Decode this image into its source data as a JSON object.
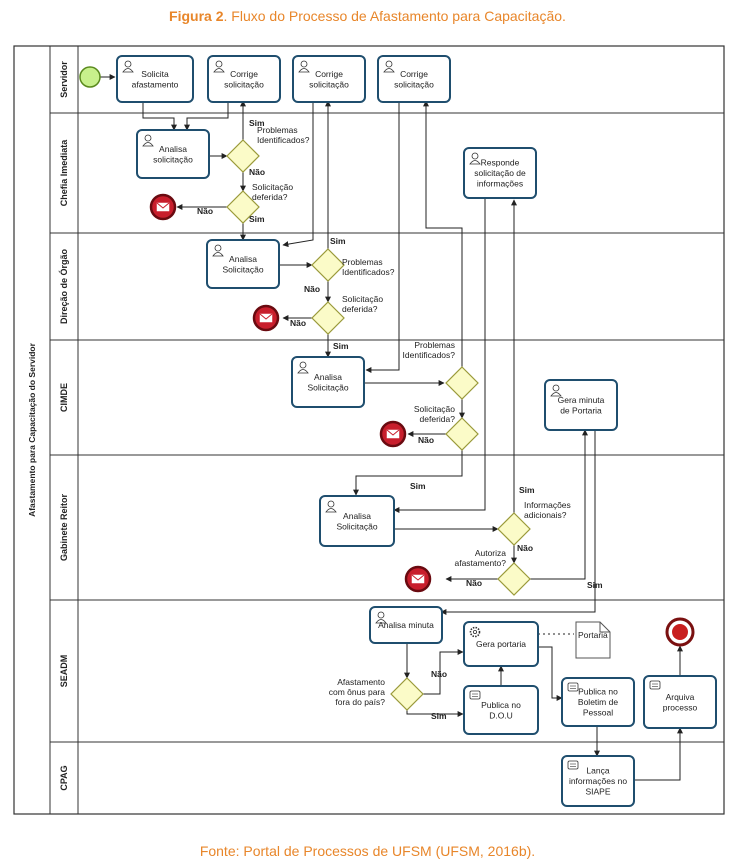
{
  "figure": {
    "number": "Figura 2",
    "title": ". Fluxo do Processo de Afastamento para Capacitação.",
    "source": "Fonte: Portal de Processos de UFSM (UFSM, 2016b)."
  },
  "pool": {
    "label": "Afastamento para Capacitação do Servidor"
  },
  "lanes": [
    "Servidor",
    "Chefia Imediata",
    "Direção de Órgão",
    "CIMDE",
    "Gabinete Reitor",
    "SEADM",
    "CPAG"
  ],
  "tasks": {
    "solicita": [
      "Solicita",
      "afastamento"
    ],
    "corrige1": [
      "Corrige",
      "solicitação"
    ],
    "corrige2": [
      "Corrige",
      "solicitação"
    ],
    "corrige3": [
      "Corrige",
      "solicitação"
    ],
    "analisa_chefia": [
      "Analisa",
      "solicitação"
    ],
    "responde": [
      "Responde",
      "solicitação de",
      "informações"
    ],
    "analisa_direcao": [
      "Analisa",
      "Solicitação"
    ],
    "analisa_cimde": [
      "Analisa",
      "Solicitação"
    ],
    "gera_minuta": [
      "Gera minuta",
      "de Portaria"
    ],
    "analisa_gabinete": [
      "Analisa",
      "Solicitação"
    ],
    "analisa_minuta": [
      "Analisa minuta"
    ],
    "gera_portaria": [
      "Gera portaria"
    ],
    "publica_dou": [
      "Publica no",
      "D.O.U"
    ],
    "publica_boletim": [
      "Publica no",
      "Boletim de",
      "Pessoal"
    ],
    "arquiva": [
      "Arquiva",
      "processo"
    ],
    "lanca": [
      "Lança",
      "informações no",
      "SIAPE"
    ]
  },
  "gateway_labels": {
    "g1": [
      "Problemas",
      "Identificados?"
    ],
    "g2": [
      "Solicitação",
      "deferida?"
    ],
    "g3": [
      "Problemas",
      "Identificados?"
    ],
    "g4": [
      "Solicitação",
      "deferida?"
    ],
    "g5": [
      "Problemas",
      "Identificados?"
    ],
    "g6": [
      "Solicitação",
      "deferida?"
    ],
    "g7": [
      "Informações",
      "adicionais?"
    ],
    "g8": [
      "Autoriza",
      "afastamento?"
    ],
    "g9": [
      "Afastamento",
      "com ônus para",
      "fora do país?"
    ]
  },
  "edge_labels": {
    "yes": "Sim",
    "no": "Não"
  },
  "data_object": "Portaria",
  "colors": {
    "caption": "#e8862a",
    "task_fill": "#ffffff",
    "task_border": "#1f4e6e",
    "gateway_fill": "#fbfbc8",
    "gateway_border": "#9a9a3a",
    "start_fill": "#c8f08c",
    "end_fill": "#c81e1e",
    "message_end": "#c81e2c"
  }
}
